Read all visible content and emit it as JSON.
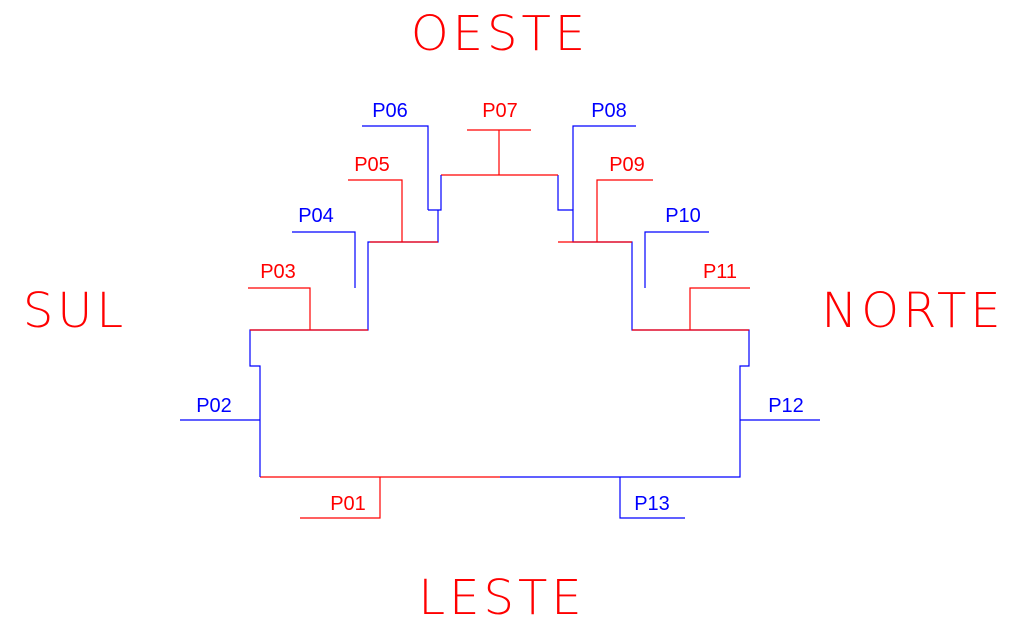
{
  "colors": {
    "red": "#ff0000",
    "blue": "#0000ff",
    "background": "#ffffff"
  },
  "cardinals": {
    "west": "OESTE",
    "south": "SUL",
    "north": "NORTE",
    "east": "LESTE"
  },
  "points": [
    {
      "label": "P01",
      "color": "red"
    },
    {
      "label": "P02",
      "color": "blue"
    },
    {
      "label": "P03",
      "color": "red"
    },
    {
      "label": "P04",
      "color": "blue"
    },
    {
      "label": "P05",
      "color": "red"
    },
    {
      "label": "P06",
      "color": "blue"
    },
    {
      "label": "P07",
      "color": "red"
    },
    {
      "label": "P08",
      "color": "blue"
    },
    {
      "label": "P09",
      "color": "red"
    },
    {
      "label": "P10",
      "color": "blue"
    },
    {
      "label": "P11",
      "color": "red"
    },
    {
      "label": "P12",
      "color": "blue"
    },
    {
      "label": "P13",
      "color": "blue"
    }
  ]
}
